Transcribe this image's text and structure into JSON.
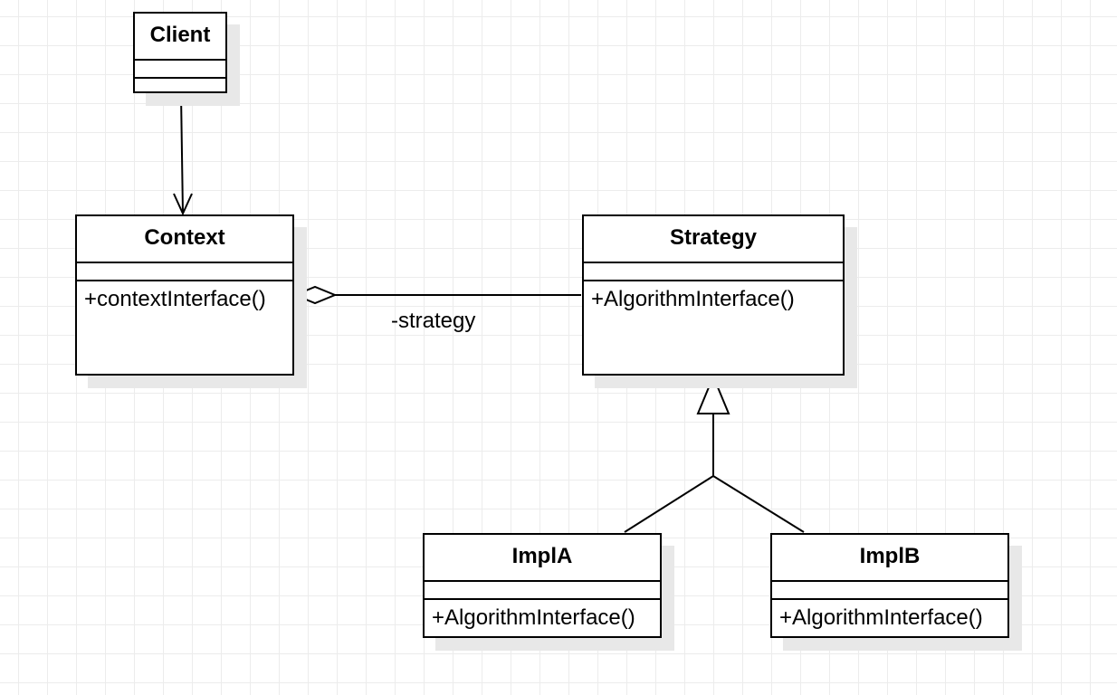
{
  "classes": {
    "client": {
      "name": "Client",
      "operation": ""
    },
    "context": {
      "name": "Context",
      "operation": "+contextInterface()"
    },
    "strategy": {
      "name": "Strategy",
      "operation": "+AlgorithmInterface()"
    },
    "impl_a": {
      "name": "ImplA",
      "operation": "+AlgorithmInterface()"
    },
    "impl_b": {
      "name": "ImplB",
      "operation": "+AlgorithmInterface()"
    }
  },
  "relations": {
    "aggregation_role": "-strategy"
  }
}
